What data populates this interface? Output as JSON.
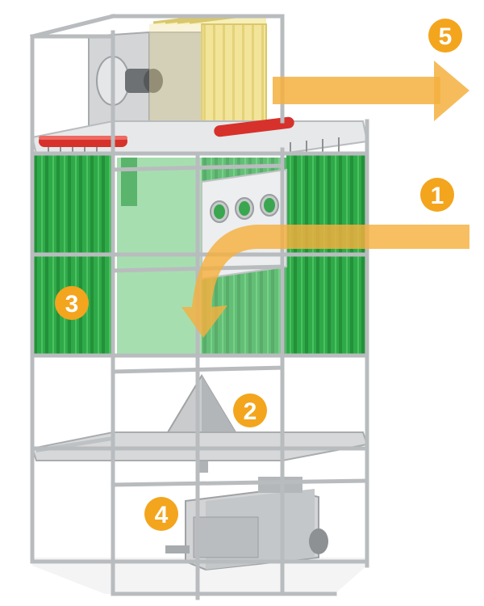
{
  "badges": [
    {
      "id": "badge-1",
      "label": "1"
    },
    {
      "id": "badge-2",
      "label": "2"
    },
    {
      "id": "badge-3",
      "label": "3"
    },
    {
      "id": "badge-4",
      "label": "4"
    },
    {
      "id": "badge-5",
      "label": "5"
    }
  ],
  "colors": {
    "accent_orange": "#f3a51e",
    "arrow_orange": "#f5b040",
    "filter_green": "#2faa48",
    "frame_gray": "#b9bcbe",
    "panel_gray": "#c8cacc",
    "filter_yellow": "#f2e59a",
    "header_red": "#d7312b"
  },
  "icons": [
    "exhaust-fan-icon",
    "filter-cartridge-icon",
    "hopper-icon",
    "dust-collector-unit-icon"
  ]
}
